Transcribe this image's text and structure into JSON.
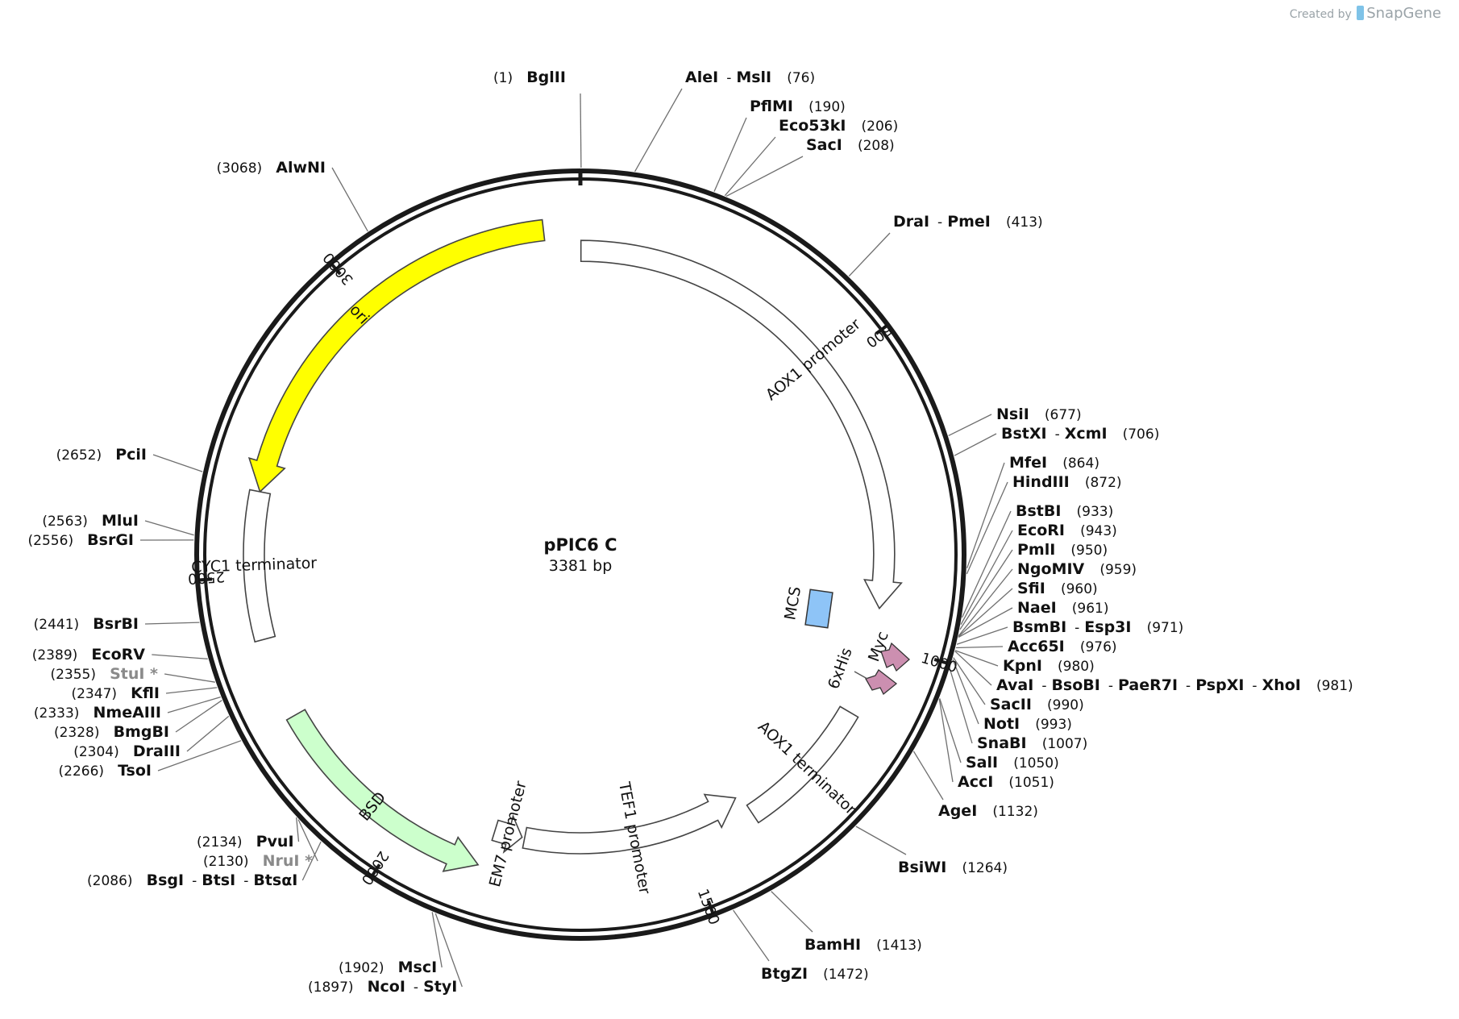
{
  "credit": {
    "prefix": "Created by",
    "brand": "SnapGene"
  },
  "plasmid": {
    "name": "pPIC6 C",
    "size_label": "3381 bp",
    "length": 3381
  },
  "colors": {
    "ori": "#ffff00",
    "mcs": "#8ec4f7",
    "tag": "#cc8fb0",
    "bsd": "#ccffcc",
    "outline": "#000000"
  },
  "ticks": [
    "500",
    "1000",
    "1500",
    "2000",
    "2500",
    "3000"
  ],
  "features": [
    {
      "id": "aox1-promoter",
      "label": "AOX1 promoter",
      "start": 1,
      "end": 941,
      "direction": "cw",
      "color": "#ffffff",
      "rad": 0.8
    },
    {
      "id": "ori",
      "label": "ori",
      "start": 2640,
      "end": 3320,
      "direction": "ccw",
      "color": "#ffff00",
      "rad": 0.86
    },
    {
      "id": "cyc1-terminator",
      "label": "CYC1 terminator",
      "start": 2395,
      "end": 2640,
      "direction": "none",
      "color": "#ffffff",
      "rad": 0.86
    },
    {
      "id": "aox1-terminator",
      "label": "AOX1 terminator",
      "start": 1130,
      "end": 1375,
      "direction": "none",
      "color": "#ffffff",
      "rad": 0.82
    },
    {
      "id": "tef1-promoter",
      "label": "TEF1 promoter",
      "start": 1385,
      "end": 1795,
      "direction": "ccw",
      "color": "#ffffff",
      "rad": 0.76
    },
    {
      "id": "em7-promoter",
      "label": "EM7 promoter",
      "start": 1800,
      "end": 1852,
      "direction": "ccw",
      "color": "#ffffff",
      "rad": 0.76
    },
    {
      "id": "bsd",
      "label": "BSD",
      "start": 1862,
      "end": 2260,
      "direction": "ccw",
      "color": "#ccffcc",
      "rad": 0.86
    }
  ],
  "small_features": [
    {
      "id": "mcs",
      "label": "MCS"
    },
    {
      "id": "6xhis",
      "label": "6xHis"
    },
    {
      "id": "myc",
      "label": "Myc"
    }
  ],
  "sites": [
    {
      "names": [
        "BglII"
      ],
      "pos": "(1)"
    },
    {
      "names": [
        "AleI",
        "MslI"
      ],
      "pos": "(76)"
    },
    {
      "names": [
        "PflMI"
      ],
      "pos": "(190)"
    },
    {
      "names": [
        "Eco53kI"
      ],
      "pos": "(206)"
    },
    {
      "names": [
        "SacI"
      ],
      "pos": "(208)"
    },
    {
      "names": [
        "DraI",
        "PmeI"
      ],
      "pos": "(413)"
    },
    {
      "names": [
        "NsiI"
      ],
      "pos": "(677)"
    },
    {
      "names": [
        "BstXI",
        "XcmI"
      ],
      "pos": "(706)"
    },
    {
      "names": [
        "MfeI"
      ],
      "pos": "(864)"
    },
    {
      "names": [
        "HindIII"
      ],
      "pos": "(872)"
    },
    {
      "names": [
        "BstBI"
      ],
      "pos": "(933)"
    },
    {
      "names": [
        "EcoRI"
      ],
      "pos": "(943)"
    },
    {
      "names": [
        "PmlI"
      ],
      "pos": "(950)"
    },
    {
      "names": [
        "NgoMIV"
      ],
      "pos": "(959)"
    },
    {
      "names": [
        "SfiI"
      ],
      "pos": "(960)"
    },
    {
      "names": [
        "NaeI"
      ],
      "pos": "(961)"
    },
    {
      "names": [
        "BsmBI",
        "Esp3I"
      ],
      "pos": "(971)"
    },
    {
      "names": [
        "Acc65I"
      ],
      "pos": "(976)"
    },
    {
      "names": [
        "KpnI"
      ],
      "pos": "(980)"
    },
    {
      "names": [
        "AvaI",
        "BsoBI",
        "PaeR7I",
        "PspXI",
        "XhoI"
      ],
      "pos": "(981)"
    },
    {
      "names": [
        "SacII"
      ],
      "pos": "(990)"
    },
    {
      "names": [
        "NotI"
      ],
      "pos": "(993)"
    },
    {
      "names": [
        "SnaBI"
      ],
      "pos": "(1007)"
    },
    {
      "names": [
        "SalI"
      ],
      "pos": "(1050)"
    },
    {
      "names": [
        "AccI"
      ],
      "pos": "(1051)"
    },
    {
      "names": [
        "AgeI"
      ],
      "pos": "(1132)"
    },
    {
      "names": [
        "BsiWI"
      ],
      "pos": "(1264)"
    },
    {
      "names": [
        "BamHI"
      ],
      "pos": "(1413)"
    },
    {
      "names": [
        "BtgZI"
      ],
      "pos": "(1472)"
    },
    {
      "names": [
        "NcoI",
        "StyI"
      ],
      "pos": "(1897)"
    },
    {
      "names": [
        "MscI"
      ],
      "pos": "(1902)"
    },
    {
      "names": [
        "BsgI",
        "BtsI",
        "BtsαI"
      ],
      "pos": "(2086)"
    },
    {
      "names": [
        "NruI *"
      ],
      "pos": "(2130)",
      "gray": true
    },
    {
      "names": [
        "PvuI"
      ],
      "pos": "(2134)"
    },
    {
      "names": [
        "TsoI"
      ],
      "pos": "(2266)"
    },
    {
      "names": [
        "DraIII"
      ],
      "pos": "(2304)"
    },
    {
      "names": [
        "BmgBI"
      ],
      "pos": "(2328)"
    },
    {
      "names": [
        "NmeAIII"
      ],
      "pos": "(2333)"
    },
    {
      "names": [
        "KflI"
      ],
      "pos": "(2347)"
    },
    {
      "names": [
        "StuI *"
      ],
      "pos": "(2355)",
      "gray": true
    },
    {
      "names": [
        "EcoRV"
      ],
      "pos": "(2389)"
    },
    {
      "names": [
        "BsrBI"
      ],
      "pos": "(2441)"
    },
    {
      "names": [
        "BsrGI"
      ],
      "pos": "(2556)"
    },
    {
      "names": [
        "MluI"
      ],
      "pos": "(2563)"
    },
    {
      "names": [
        "PciI"
      ],
      "pos": "(2652)"
    },
    {
      "names": [
        "AlwNI"
      ],
      "pos": "(3068)"
    }
  ]
}
